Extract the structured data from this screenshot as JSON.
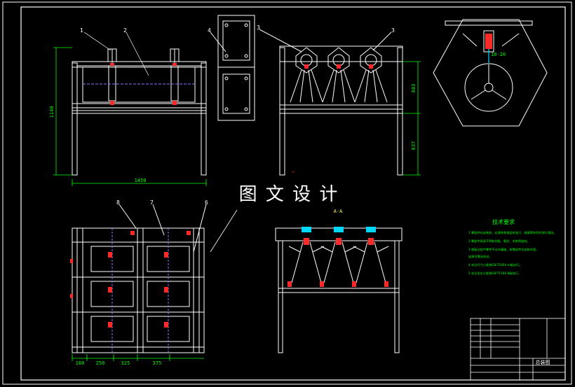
{
  "drawing": {
    "watermark": "图 文 设 计",
    "section_label": "A-A",
    "part_labels": [
      "1",
      "2",
      "3",
      "3",
      "4",
      "8",
      "7",
      "6"
    ],
    "dimensions": {
      "front_width": "1450",
      "front_height": "1140",
      "side_upper": "603",
      "side_lower": "637",
      "plan_widths": [
        "160",
        "250",
        "325",
        "375"
      ],
      "detail_gap": "10-20"
    },
    "notes": {
      "title": "技术要求",
      "lines": [
        "1.零部件在安装前，应清除其表面的油污，铁屑等杂质并进行清洗。",
        "2.零部件表面不得有划痕、裂纹、毛刺等缺陷。",
        "3.装配过程中零件不允许磕碰，各零部件应安装牢固，",
        "  连接可靠无松动。",
        "4.未注尺寸公差按GB/T1804-m级执行。",
        "5.未注形位公差按GB/T1184-K级执行。"
      ]
    },
    "title_block": {
      "name": "总装图"
    },
    "colors": {
      "line": "#ffffff",
      "dimension": "#00ff00",
      "accent": "#ff2a2a",
      "highlight": "#00d8ff",
      "label": "#ffff66",
      "border": "#ffffff",
      "hidden": "#7f7fff"
    }
  }
}
